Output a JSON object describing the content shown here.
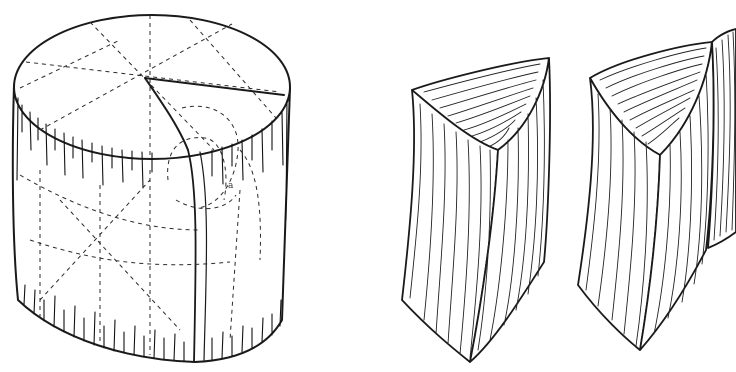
{
  "illustration": {
    "figures": [
      {
        "name": "log-round"
      },
      {
        "name": "split-wedge-front"
      },
      {
        "name": "split-wedge-middle"
      },
      {
        "name": "split-wedge-back"
      }
    ],
    "colors": {
      "ink": "#1a1a1a",
      "paper": "#ffffff"
    }
  }
}
